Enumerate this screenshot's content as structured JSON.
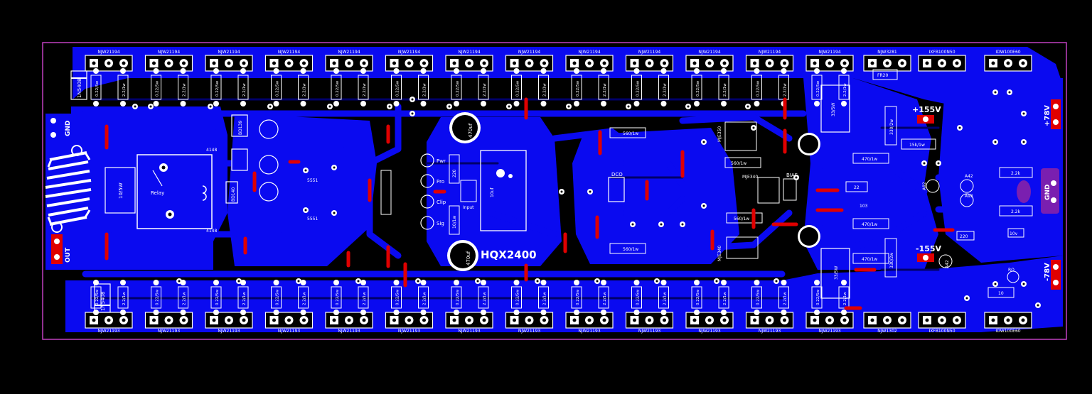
{
  "board": {
    "title": "HQX2400",
    "colors": {
      "background": "#000000",
      "copper": "#0a0af0",
      "trace_dark": "#00006a",
      "silkscreen": "#ffffff",
      "pad": "#ffffff",
      "jumper": "#e00000",
      "outline": "#c040c0",
      "logo": "#7a1fb0"
    }
  },
  "top_row_transistors": [
    "NJW21194",
    "NJW21194",
    "NJW21194",
    "NJW21194",
    "NJW21194",
    "NJW21194",
    "NJW21194",
    "NJW21194",
    "NJW21194",
    "NJW21194",
    "NJW21194",
    "NJW21194",
    "NJW21194",
    "NJW3281",
    "IXFB100N50",
    "IDW100E60"
  ],
  "bottom_row_transistors": [
    "NJW21193",
    "NJW21193",
    "NJW21193",
    "NJW21193",
    "NJW21193",
    "NJW21193",
    "NJW21193",
    "NJW21193",
    "NJW21193",
    "NJW21193",
    "NJW21193",
    "NJW21193",
    "NJW21193",
    "NJW1302",
    "IXFB100N50",
    "IDW100E60"
  ],
  "resistor_labels": {
    "emitter": "0.22/5w",
    "base": "2.2/1w"
  },
  "rails": {
    "pos_hv": "+155V",
    "neg_hv": "-155V",
    "pos_lv": "+78V",
    "neg_lv": "-78V",
    "gnd_left": "GND",
    "gnd_right": "GND",
    "out": "OUT"
  },
  "components": {
    "relay": "Relay",
    "relay_res": "10/5W",
    "diode_top": "1N5408",
    "diode_bottom": "1N5408",
    "input": "Input",
    "cap_470u_top": "470uf",
    "cap_470u_bottom": "470uf",
    "cap_10uf": "10uf",
    "res_220": "220",
    "res_10_1w": "10/1w",
    "led_pwr": "Pwr",
    "led_pro": "Pro",
    "led_clip": "Clip",
    "led_sig": "Sig",
    "dco": "DCO",
    "bias": "BIAS",
    "mje350": "MJE350",
    "mje340_a": "MJE340",
    "mje340_b": "MJE340",
    "res_560_1": "560/1w",
    "res_560_2": "560/1w",
    "res_560_3": "560/1w",
    "res_560_4": "560/1w",
    "res_33_5w_top": "33/5W",
    "res_33_5w_bottom": "33/5W",
    "res_470_a": "470/1w",
    "res_470_b": "470/1w",
    "res_470_c": "470/1w",
    "res_330_2w_a": "330/2w",
    "res_330_2w_b": "330/2w",
    "res_15k": "15k/1w",
    "res_22k_a": "2.2k",
    "res_22k_b": "2.2k",
    "res_22": "22",
    "fr20": "FR20",
    "bd139": "BD139",
    "bd140": "BD140",
    "c5551_a": "5551",
    "c5551_b": "5551",
    "c4148_a": "4148",
    "c4148_b": "4148",
    "a92_a": "A92",
    "a42_a": "A42",
    "a92_b": "A92",
    "a42_b": "A42",
    "ro": "RO",
    "cap_220": "220",
    "res_10": "10",
    "res_10v": "10v",
    "res_103": "103"
  }
}
